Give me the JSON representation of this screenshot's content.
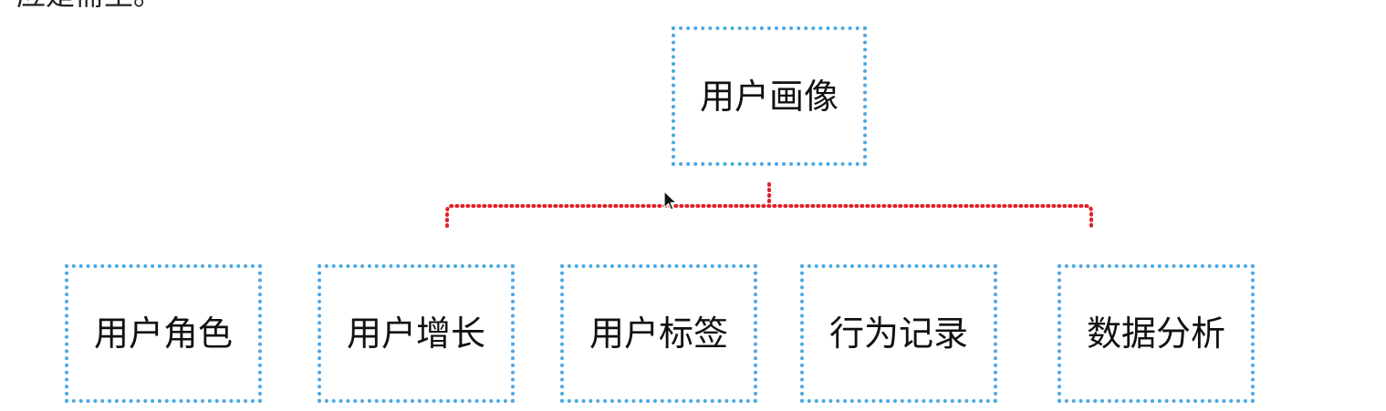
{
  "top_text_fragment": "应是需至。",
  "diagram": {
    "root": {
      "label": "用户画像"
    },
    "children": [
      {
        "label": "用户角色"
      },
      {
        "label": "用户增长"
      },
      {
        "label": "用户标签"
      },
      {
        "label": "行为记录"
      },
      {
        "label": "数据分析"
      }
    ]
  },
  "colors": {
    "box_border": "#4aa8e6",
    "connector": "#e0202a",
    "text": "#111111"
  },
  "icons": {
    "cursor": "mouse-pointer-icon"
  }
}
